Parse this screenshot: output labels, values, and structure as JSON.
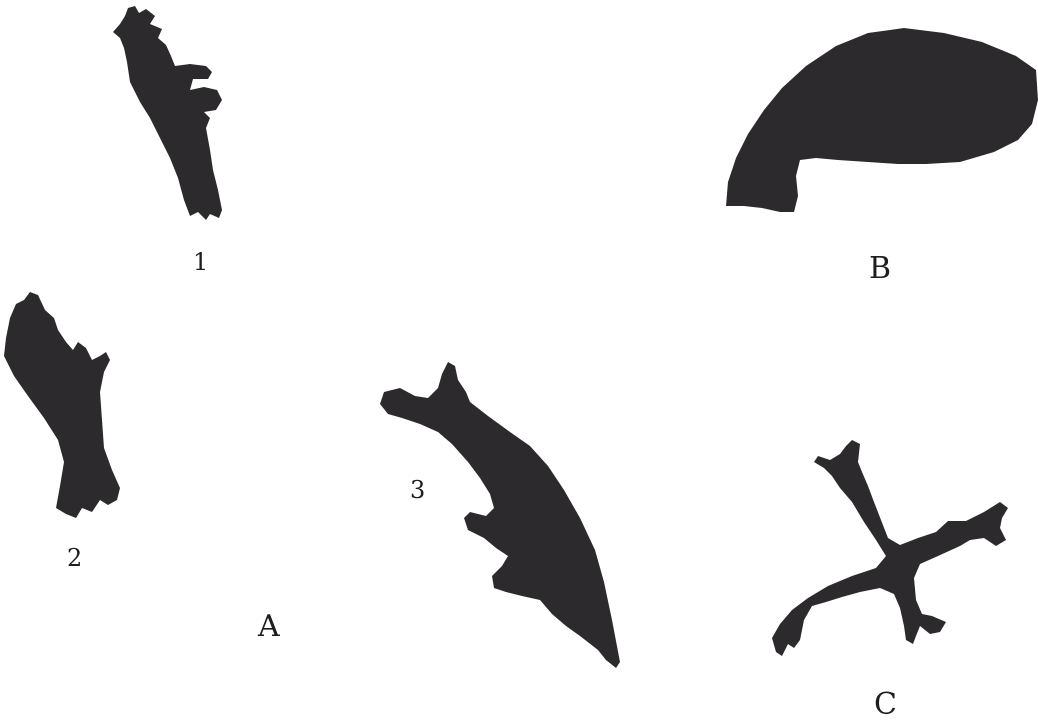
{
  "labels": {
    "one": "1",
    "two": "2",
    "three": "3",
    "a": "A",
    "b": "B",
    "c": "C"
  },
  "colors": {
    "ink": "#2c2a2d",
    "text": "#1e1c1e",
    "background": "#ffffff"
  }
}
